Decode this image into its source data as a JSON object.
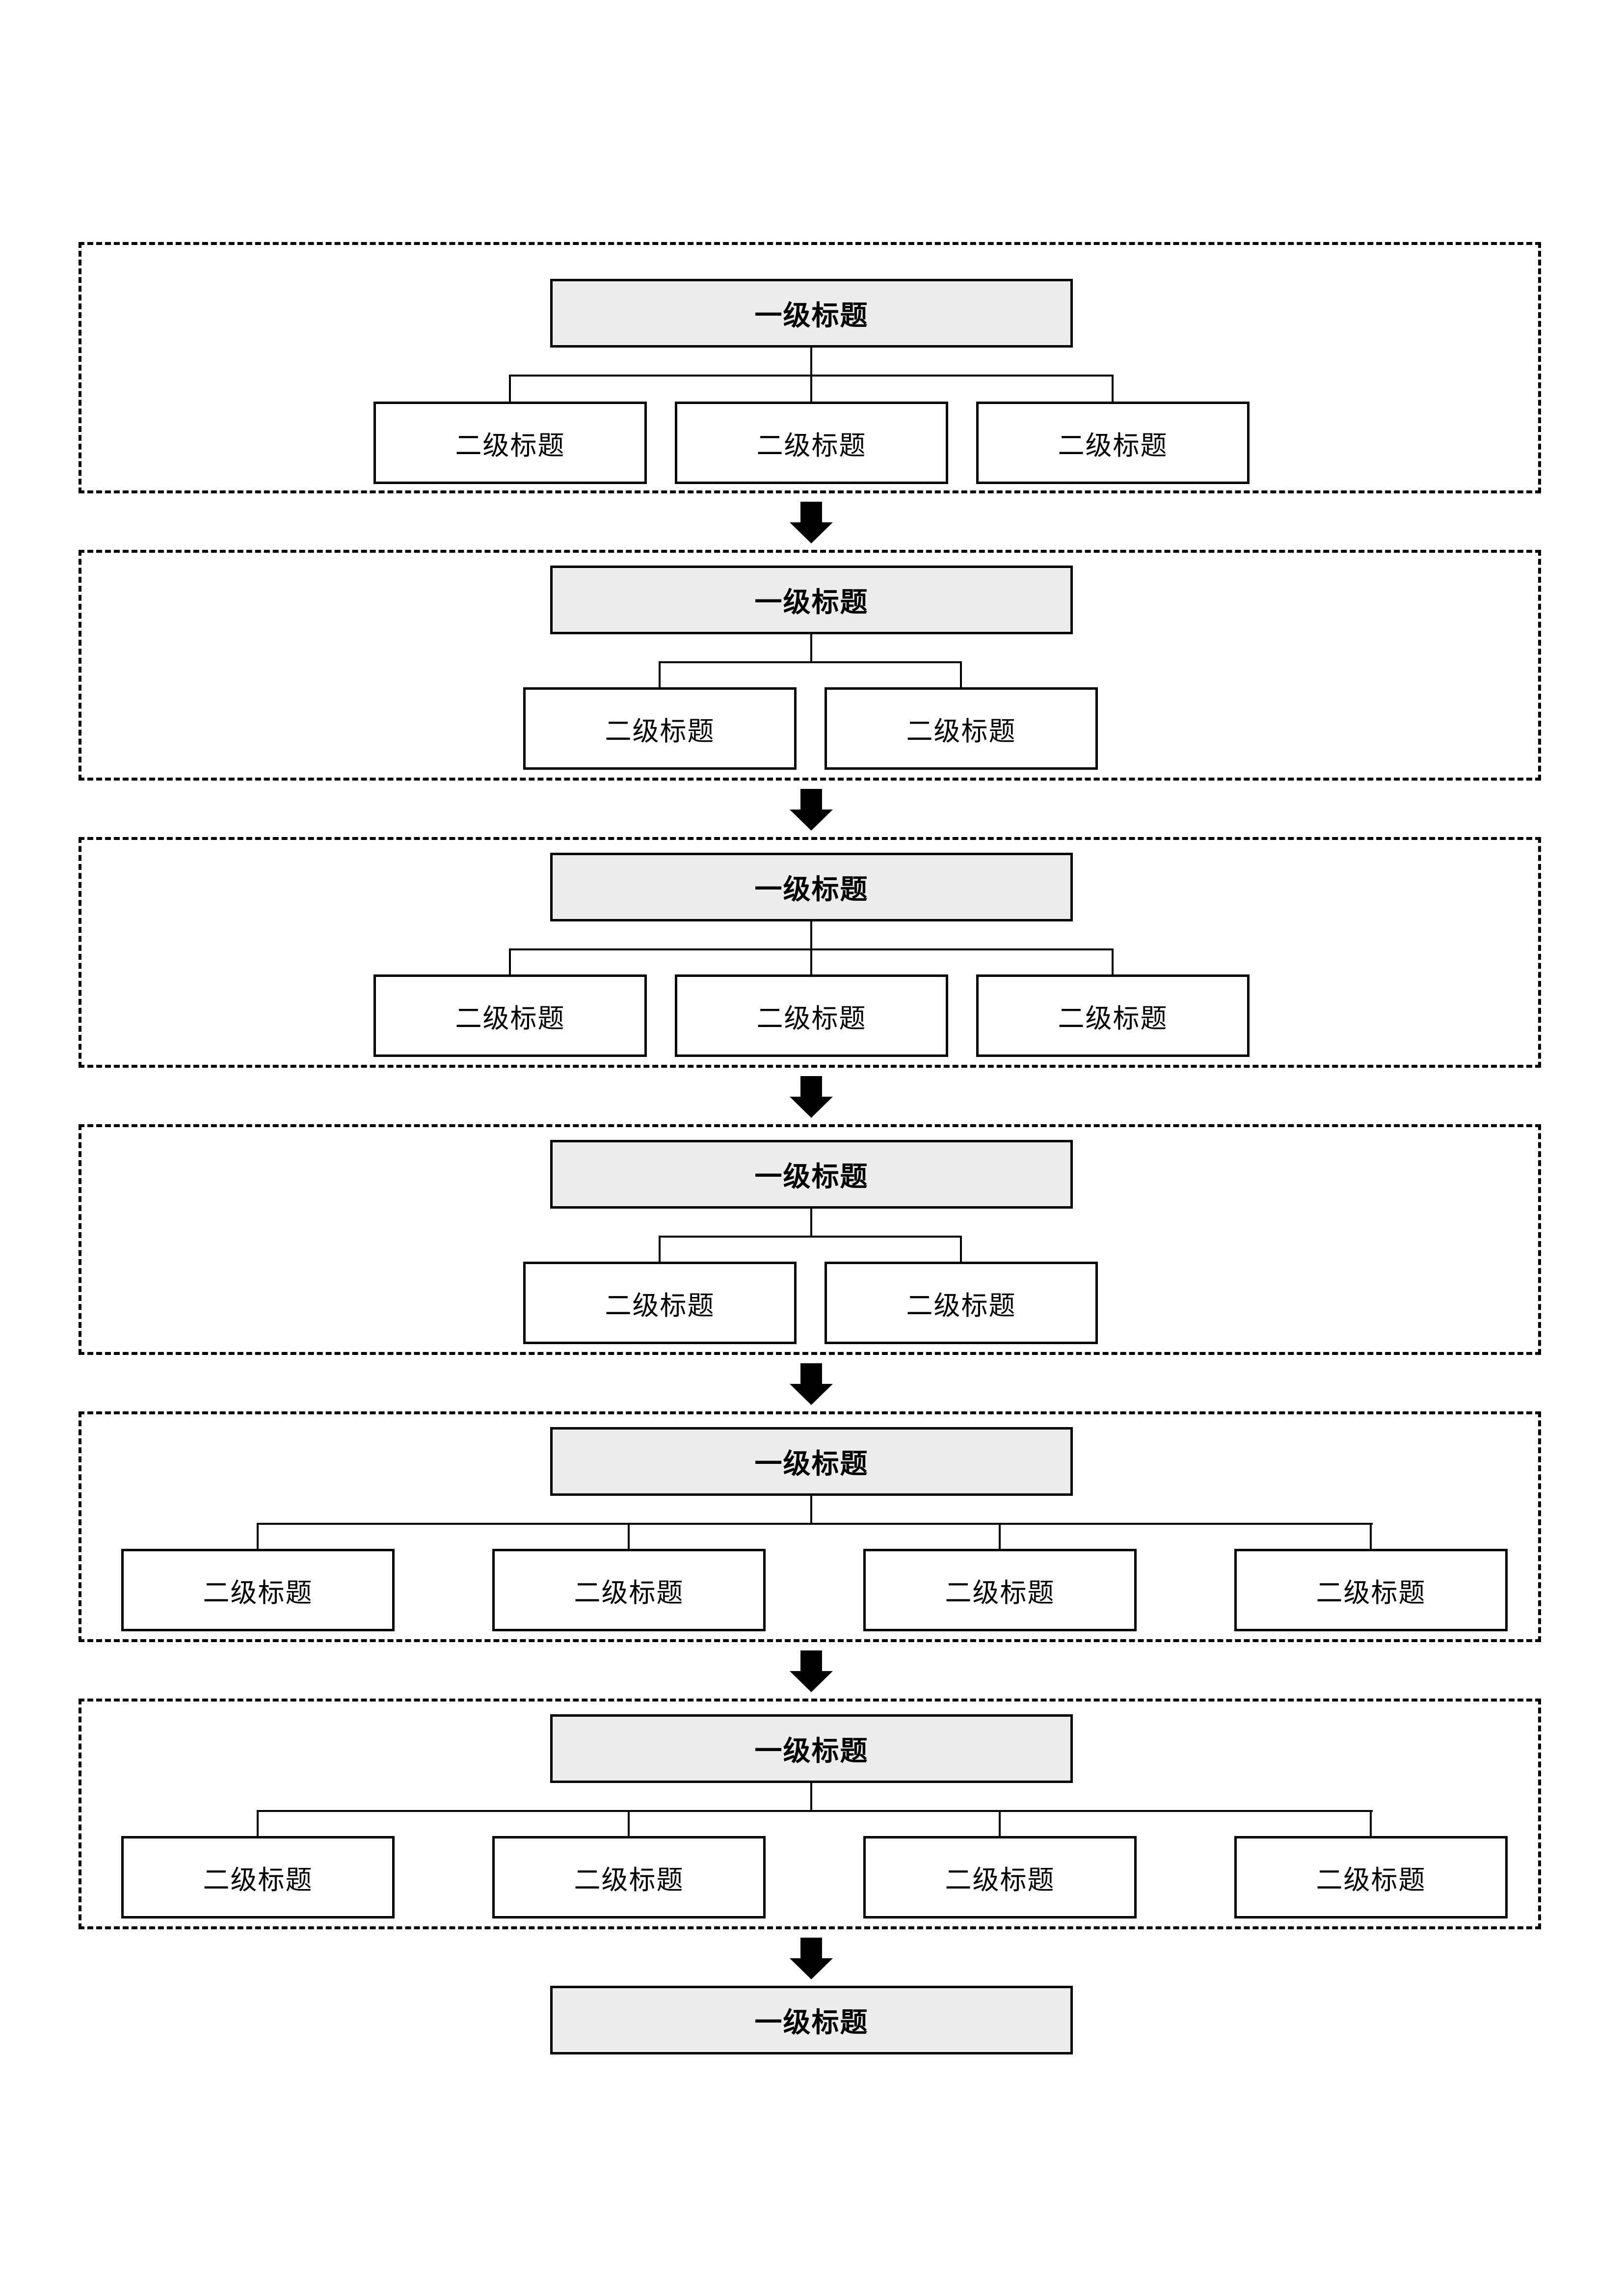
{
  "page": {
    "background_color": "#ffffff",
    "line_color": "#000000",
    "level1_node_fill": "#ededed",
    "level2_node_fill": "#ffffff",
    "arrow_icon": "down-arrow",
    "arrow_count": 6
  },
  "sections": [
    {
      "title": "一级标题",
      "children": [
        "二级标题",
        "二级标题",
        "二级标题"
      ]
    },
    {
      "title": "一级标题",
      "children": [
        "二级标题",
        "二级标题"
      ]
    },
    {
      "title": "一级标题",
      "children": [
        "二级标题",
        "二级标题",
        "二级标题"
      ]
    },
    {
      "title": "一级标题",
      "children": [
        "二级标题",
        "二级标题"
      ]
    },
    {
      "title": "一级标题",
      "children": [
        "二级标题",
        "二级标题",
        "二级标题",
        "二级标题"
      ]
    },
    {
      "title": "一级标题",
      "children": [
        "二级标题",
        "二级标题",
        "二级标题",
        "二级标题"
      ]
    }
  ],
  "final_node": {
    "title": "一级标题"
  }
}
